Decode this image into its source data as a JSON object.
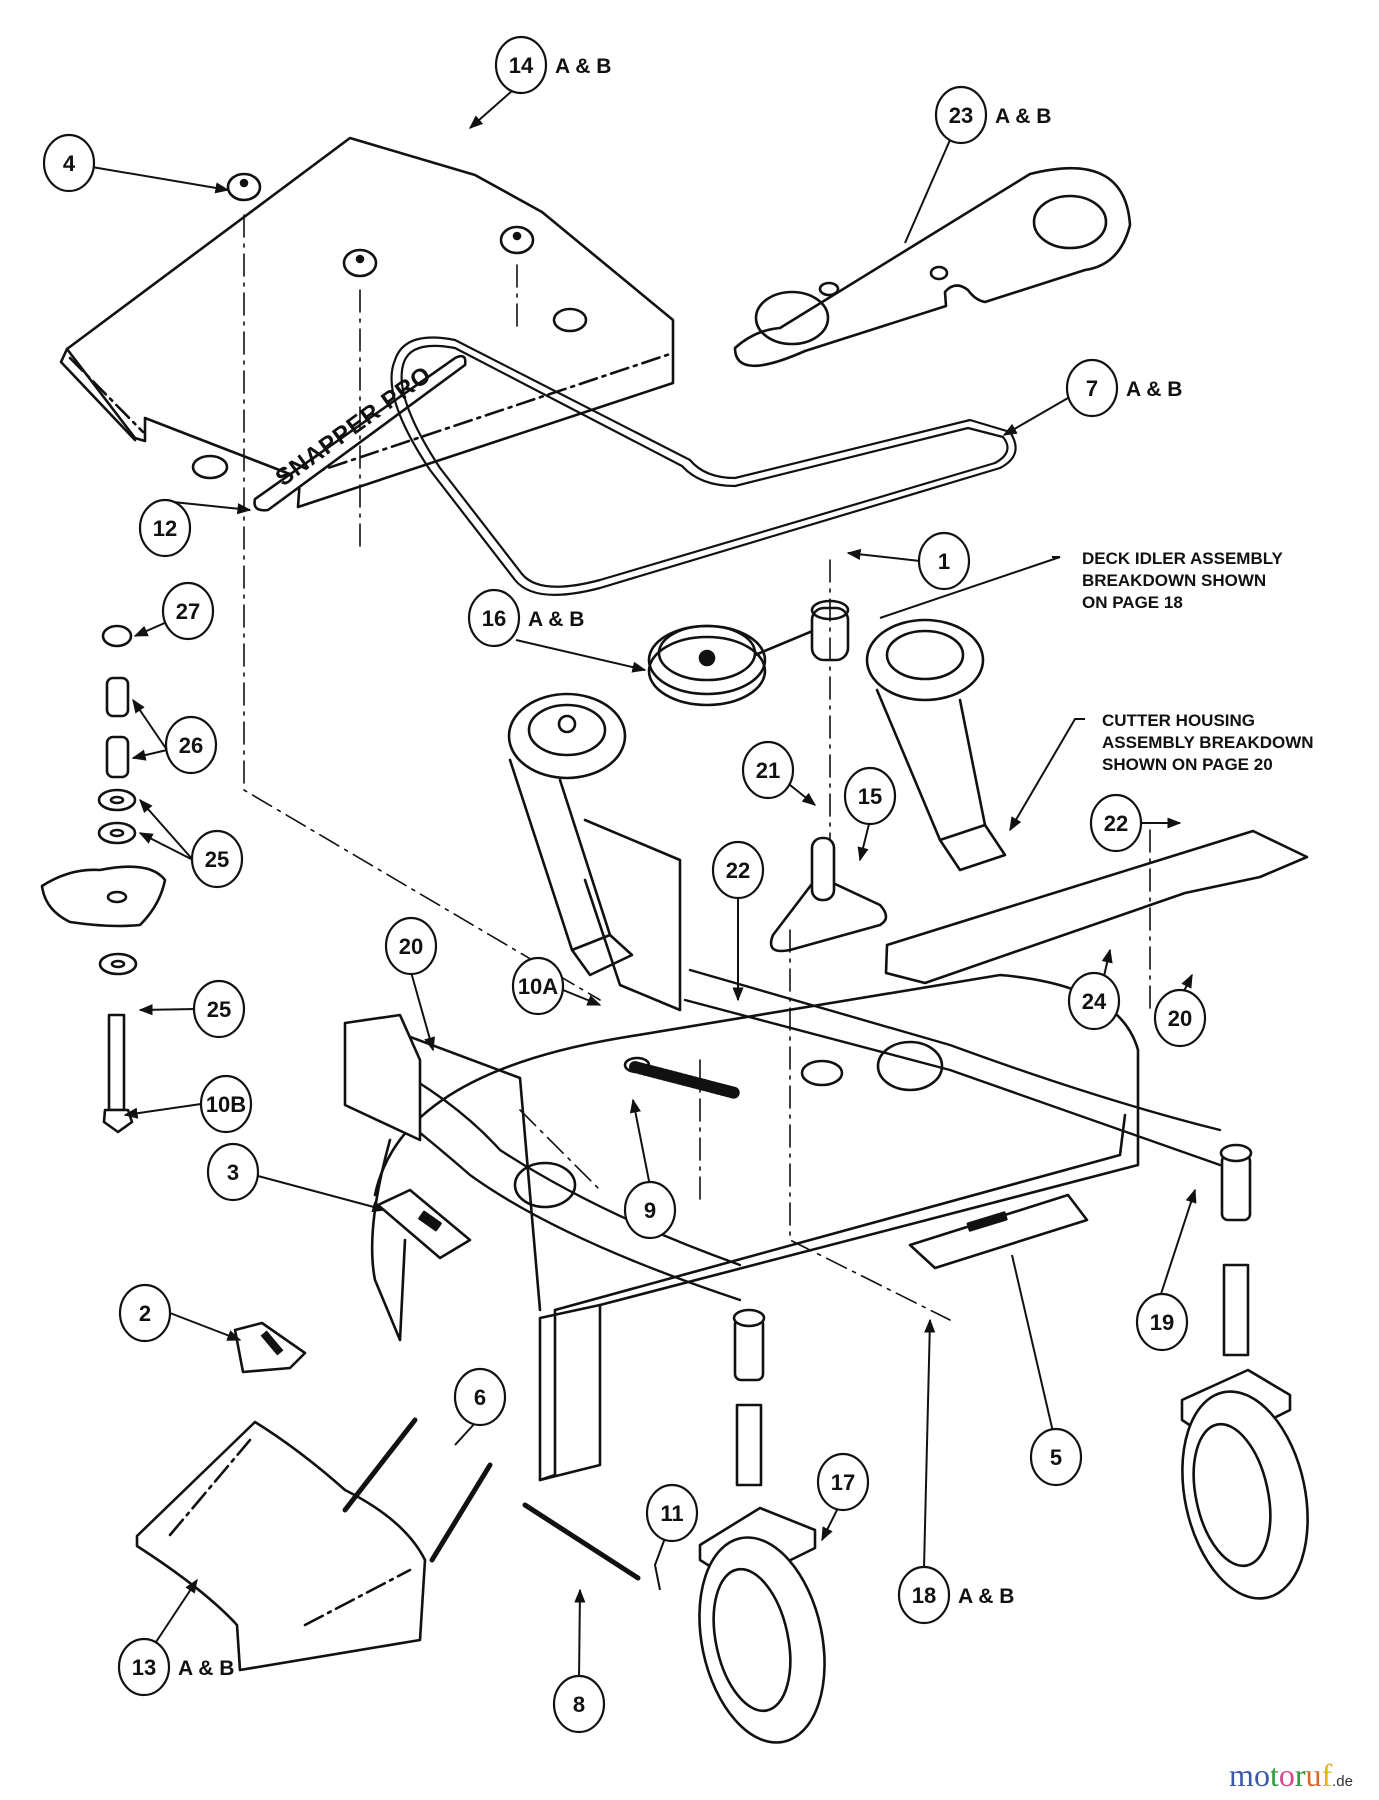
{
  "diagram": {
    "title": "Mower Deck Exploded Parts Diagram",
    "type": "exploded-parts",
    "callouts": [
      {
        "id": "14",
        "suffix": "A & B",
        "part": "deck-cover"
      },
      {
        "id": "4",
        "suffix": "",
        "part": "knob"
      },
      {
        "id": "23",
        "suffix": "A & B",
        "part": "spindle-plate"
      },
      {
        "id": "7",
        "suffix": "A & B",
        "part": "drive-belt"
      },
      {
        "id": "12",
        "suffix": "",
        "part": "brand-decal"
      },
      {
        "id": "1",
        "suffix": "",
        "part": "washer"
      },
      {
        "id": "16",
        "suffix": "A & B",
        "part": "idler-assembly"
      },
      {
        "id": "27",
        "suffix": "",
        "part": "blade-nut"
      },
      {
        "id": "26",
        "suffix": "",
        "part": "spacer"
      },
      {
        "id": "25",
        "suffix": "",
        "part": "washer"
      },
      {
        "id": "21",
        "suffix": "",
        "part": "bolt"
      },
      {
        "id": "15",
        "suffix": "",
        "part": "idler-bracket"
      },
      {
        "id": "22",
        "suffix": "",
        "part": "bolt"
      },
      {
        "id": "22",
        "suffix": "",
        "part": "bolt"
      },
      {
        "id": "20",
        "suffix": "",
        "part": "nut"
      },
      {
        "id": "10A",
        "suffix": "",
        "part": "bolt"
      },
      {
        "id": "24",
        "suffix": "",
        "part": "baffle"
      },
      {
        "id": "20",
        "suffix": "",
        "part": "nut"
      },
      {
        "id": "25",
        "suffix": "",
        "part": "washer"
      },
      {
        "id": "10B",
        "suffix": "",
        "part": "blade-bolt"
      },
      {
        "id": "3",
        "suffix": "",
        "part": "decal"
      },
      {
        "id": "9",
        "suffix": "",
        "part": "idler-spring"
      },
      {
        "id": "2",
        "suffix": "",
        "part": "decal"
      },
      {
        "id": "19",
        "suffix": "",
        "part": "caster-arm"
      },
      {
        "id": "6",
        "suffix": "",
        "part": "chute-spring"
      },
      {
        "id": "5",
        "suffix": "",
        "part": "decal"
      },
      {
        "id": "17",
        "suffix": "",
        "part": "caster-wheel"
      },
      {
        "id": "11",
        "suffix": "",
        "part": "cotter-pin"
      },
      {
        "id": "18",
        "suffix": "A & B",
        "part": "deck-housing"
      },
      {
        "id": "13",
        "suffix": "A & B",
        "part": "discharge-chute"
      },
      {
        "id": "8",
        "suffix": "",
        "part": "chute-rod"
      }
    ],
    "notes": {
      "idler": "DECK IDLER ASSEMBLY\nBREAKDOWN SHOWN\nON PAGE 18",
      "cutter": "CUTTER HOUSING\nASSEMBLY BREAKDOWN\nSHOWN ON PAGE 20"
    },
    "decal_text": "SNAPPER PRO"
  },
  "watermark": {
    "letters": [
      "m",
      "o",
      "t",
      "o",
      "r",
      "u",
      "f"
    ],
    "colors": [
      "#3b5aa8",
      "#3b5aa8",
      "#2e9a3e",
      "#d8468f",
      "#2e9a3e",
      "#d8682a",
      "#e2b21a"
    ],
    "tld": ".de"
  }
}
